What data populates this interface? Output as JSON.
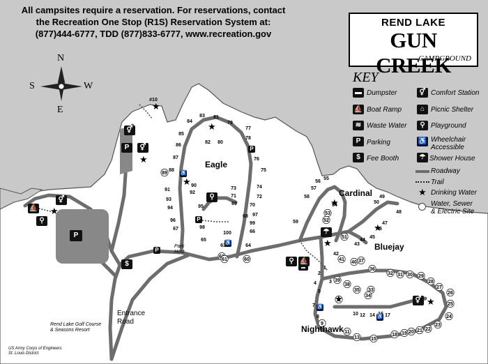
{
  "notice": {
    "line1": "All campsites require a reservation. For reservations, contact",
    "line2": "the Recreation One Stop (R1S) Reservation System at:",
    "line3": "(877)444-6777, TDD (877)833-6777, www.recreation.gov"
  },
  "brand": {
    "lake": "REND LAKE",
    "name": "GUN CREEK",
    "sub": "CAMPGROUND"
  },
  "compass": {
    "n": "N",
    "s": "S",
    "e": "E",
    "w": "W"
  },
  "key": {
    "title": "KEY",
    "items": {
      "dumpster": "Dumpster",
      "boat_ramp": "Boat Ramp",
      "waste_water": "Waste Water",
      "parking": "Parking",
      "fee_booth": "Fee Booth",
      "comfort_station": "Comfort Station",
      "picnic_shelter": "Picnic Shelter",
      "playground": "Playground",
      "wheelchair_1": "Wheelchair",
      "wheelchair_2": "Accessible",
      "shower_house": "Shower House",
      "roadway": "Roadway",
      "trail": "Trail",
      "drinking_water": "Drinking Water",
      "water_sewer_1": "Water, Sewer",
      "water_sewer_2": "& Electric Site"
    },
    "icon_letters": {
      "parking": "P",
      "fee_booth": "$"
    }
  },
  "areas": {
    "eagle": "Eagle",
    "cardinal": "Cardinal",
    "bluejay": "Bluejay",
    "nighthawk": "Nighthawk"
  },
  "labels": {
    "entrance_1": "Entrance",
    "entrance_2": "Road",
    "park_host_1": "Park",
    "park_host_2": "Host",
    "golf_1": "Rend Lake Golf Course",
    "golf_2": "& Seasons Resort",
    "corps_1": "US Army Corps of Engineers",
    "corps_2": "St. Louis District",
    "parking_letter": "P",
    "fee_letter": "$"
  },
  "sites": {
    "s10": "#10",
    "eagle": [
      "83",
      "81",
      "79",
      "84",
      "85",
      "82",
      "80",
      "78",
      "77",
      "86",
      "76",
      "87",
      "75",
      "88",
      "89",
      "74",
      "90",
      "73",
      "91",
      "92",
      "71",
      "72",
      "93",
      "70",
      "94",
      "69",
      "95",
      "96",
      "97",
      "68",
      "67",
      "98",
      "99",
      "66",
      "65",
      "100",
      "64",
      "63",
      "62",
      "60",
      "61"
    ],
    "cardinal": [
      "55",
      "56",
      "57",
      "58",
      "54",
      "53",
      "52",
      "59"
    ],
    "bluejay": [
      "49",
      "50",
      "48",
      "47",
      "46",
      "45",
      "44",
      "43",
      "51",
      "42",
      "41",
      "40",
      "37",
      "36"
    ],
    "nighthawk": [
      "1",
      "2",
      "3",
      "39",
      "38",
      "35",
      "33",
      "4",
      "5",
      "34",
      "6",
      "7",
      "8",
      "9",
      "10",
      "12",
      "14",
      "16",
      "17",
      "11",
      "13",
      "15",
      "18",
      "19",
      "20",
      "21",
      "22",
      "23",
      "24",
      "25",
      "26",
      "27",
      "28",
      "29",
      "30",
      "31",
      "32"
    ]
  },
  "colors": {
    "water": "#c9c9c9",
    "land": "#ffffff",
    "road": "#6d6d6d",
    "parking": "#888888",
    "ink": "#111111"
  }
}
